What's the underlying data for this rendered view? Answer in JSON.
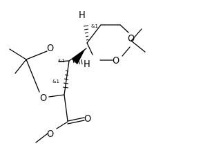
{
  "molecule": {
    "atoms": {
      "o_upper_ring_top": "O",
      "o_upper_ring_bottom": "O",
      "o_lower_ring_top": "O",
      "o_lower_ring_bottom": "O",
      "o_carbonyl": "O",
      "o_ester": "O",
      "h_top": "H",
      "h_mid": "H"
    },
    "stereo_labels": {
      "c_top": "&1",
      "c_mid": "&1",
      "c_low": "&1"
    }
  }
}
